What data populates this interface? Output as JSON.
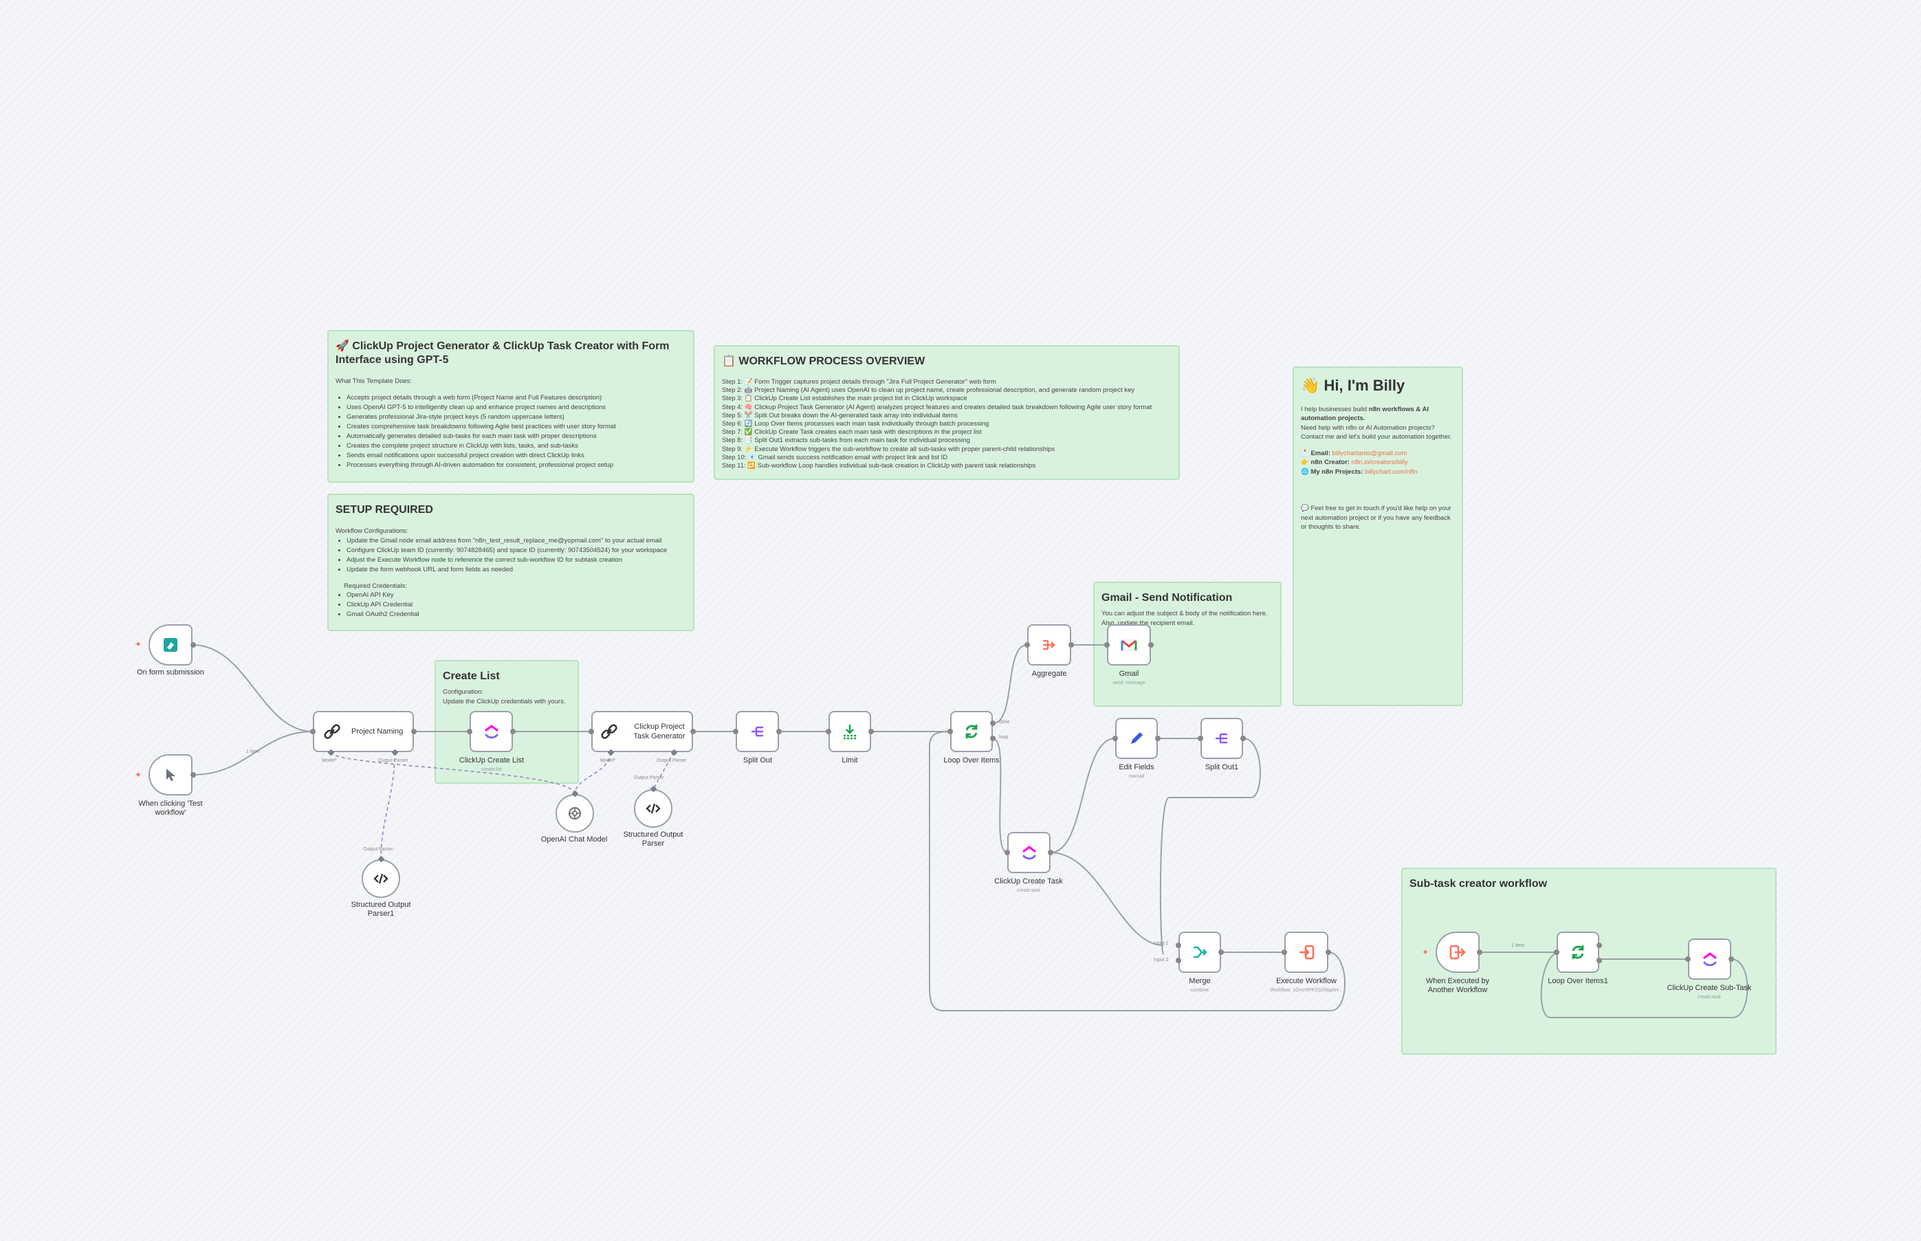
{
  "notes": {
    "main": {
      "title": "🚀 ClickUp Project Generator & ClickUp Task Creator with Form Interface using GPT-5",
      "subtitle": "What This Template Does:",
      "bullets": [
        "Accepts project details through a web form (Project Name and Full Features description)",
        "Uses OpenAI GPT-5 to intelligently clean up and enhance project names and descriptions",
        "Generates professional Jira-style project keys (5 random uppercase letters)",
        "Creates comprehensive task breakdowns following Agile best practices with user story format",
        "Automatically generates detailed sub-tasks for each main task with proper descriptions",
        "Creates the complete project structure in ClickUp with lists, tasks, and sub-tasks",
        "Sends email notifications upon successful project creation with direct ClickUp links",
        "Processes everything through AI-driven automation for consistent, professional project setup"
      ]
    },
    "setup": {
      "title": "SETUP REQUIRED",
      "config_label": "Workflow Configurations:",
      "bullets": [
        "Update the Gmail node email address from \"n8n_test_result_replace_me@yopmail.com\" to your actual email",
        "Configure ClickUp team ID (currently: 9074828465) and space ID (currently: 90743504524) for your workspace",
        "Adjust the Execute Workflow node to reference the correct sub-workflow ID for subtask creation",
        "Update the form webhook URL and form fields as needed"
      ],
      "cred_label": "Required Credentials:",
      "creds": [
        "OpenAI API Key",
        "ClickUp API Credential",
        "Gmail OAuth2 Credential"
      ]
    },
    "overview": {
      "title": "📋 WORKFLOW PROCESS OVERVIEW",
      "steps": [
        "Step 1: 📝 Form Trigger captures project details through \"Jira Full Project Generator\" web form",
        "Step 2: 🤖 Project Naming (AI Agent) uses OpenAI to clean up project name, create professional description, and generate random project key",
        "Step 3: 📋 ClickUp Create List establishes the main project list in ClickUp workspace",
        "Step 4: 🧠 Clickup Project Task Generator (AI Agent) analyzes project features and creates detailed task breakdown following Agile user story format",
        "Step 5: ✂️ Split Out breaks down the AI-generated task array into individual items",
        "Step 6: 🔄 Loop Over Items processes each main task individually through batch processing",
        "Step 7: ✅ ClickUp Create Task creates each main task with descriptions in the project list",
        "Step 8: 📑 Split Out1 extracts sub-tasks from each main task for individual processing",
        "Step 9: ⚡ Execute Workflow triggers the sub-workflow to create all sub-tasks with proper parent-child relationships",
        "Step 10: 📧 Gmail sends success notification email with project link and list ID",
        "Step 11: 🔁 Sub-workflow Loop handles individual sub-task creation in ClickUp with parent task relationships"
      ]
    },
    "billy": {
      "title": "👋 Hi, I'm Billy",
      "intro_a": "I help businesses build ",
      "intro_b": "n8n workflows & AI automation projects.",
      "need": "Need help with n8n or AI Automation projects?",
      "contact": "Contact me and let's build your automation together.",
      "email_label": "📩 Email: ",
      "email": "billychartanto@gmail.com",
      "creator_label": "👉 n8n Creator: ",
      "creator": "n8n.io/creators/billy",
      "projects_label": "🌐 My n8n Projects: ",
      "projects": "billychart.com/n8n",
      "outro": "💬 Feel free to get in touch if you'd like help on your next automation project or if you have any feedback or thoughts to share."
    },
    "create_list": {
      "title": "Create List",
      "line1": "Configuration:",
      "line2": "Update the ClickUp credentials with yours."
    },
    "gmail": {
      "title": "Gmail - Send Notification",
      "line1": "You can adjust the subject & body of the notification here.",
      "line2": "Also, update the recipient email."
    },
    "subtask": {
      "title": "Sub-task creator workflow"
    }
  },
  "nodes": {
    "form": {
      "label": "On form submission"
    },
    "manual": {
      "label": "When clicking 'Test workflow'"
    },
    "naming": {
      "label": "Project Naming",
      "port_a": "Model*",
      "port_b": "Output Parser"
    },
    "create_list": {
      "label": "ClickUp Create List",
      "sub": "create:list"
    },
    "task_gen": {
      "label": "Clickup Project Task Generator",
      "port_a": "Model*",
      "port_b": "Output Parser"
    },
    "split_out": {
      "label": "Split Out"
    },
    "limit": {
      "label": "Limit"
    },
    "loop": {
      "label": "Loop Over Items",
      "out_done": "done",
      "out_loop": "loop"
    },
    "aggregate": {
      "label": "Aggregate"
    },
    "gmail": {
      "label": "Gmail",
      "sub": "send: message"
    },
    "edit_fields": {
      "label": "Edit Fields",
      "sub": "manual"
    },
    "split_out1": {
      "label": "Split Out1"
    },
    "create_task": {
      "label": "ClickUp Create Task",
      "sub": "create:task"
    },
    "merge": {
      "label": "Merge",
      "sub": "combine",
      "in1": "Input 1",
      "in2": "Input 2"
    },
    "exec": {
      "label": "Execute Workflow",
      "sub": "Workflow: 1Ovsr5PKSS2hbgAH..."
    },
    "openai": {
      "label": "OpenAI Chat Model"
    },
    "parser": {
      "label": "Structured Output Parser",
      "tag": "Output Parser"
    },
    "parser1": {
      "label": "Structured Output Parser1",
      "tag": "Output Parser"
    },
    "sub_trigger": {
      "label": "When Executed by Another Workflow"
    },
    "sub_loop": {
      "label": "Loop Over Items1"
    },
    "sub_create": {
      "label": "ClickUp Create Sub-Task",
      "sub": "create:task"
    }
  },
  "edge_labels": {
    "manual_to_naming": "1 item",
    "sub_trigger_to_loop": "1 item"
  },
  "colors": {
    "note_bg": "#d9f2de",
    "note_border": "#b6e3c0",
    "edge": "#9aa0aa",
    "ai_edge": "#8f88c9",
    "accent": "#ff6d5a"
  }
}
